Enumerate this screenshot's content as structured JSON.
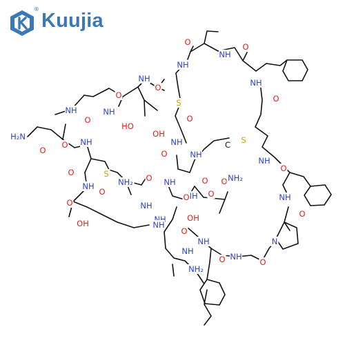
{
  "brand": {
    "name": "Kuujia",
    "registered": "®",
    "color": "#3a79b6"
  },
  "colors": {
    "N": "#2f3fd6",
    "O": "#e0201b",
    "S": "#c7a300",
    "C": "#111111"
  },
  "atom_labels": {
    "nh_a": "NH",
    "nh_b": "NH",
    "nh_c": "NH",
    "nh_d": "NH",
    "nh_e": "NH",
    "nh_f": "NH",
    "nh_g": "NH",
    "nh_h": "NH",
    "nh_i": "NH",
    "nh_j": "NH",
    "nh_k": "NH",
    "nh_l": "NH",
    "nh_m": "NH",
    "nh_n": "NH",
    "nh_o": "NH",
    "nh_p": "NH",
    "nh_q": "NH",
    "nh_r": "NH",
    "nh_s": "NH",
    "nh_t": "NH",
    "n_pro": "N",
    "o_a": "O",
    "o_b": "O",
    "o_c": "O",
    "o_d": "O",
    "o_e": "O",
    "o_f": "O",
    "o_g": "O",
    "o_h": "O",
    "o_i": "O",
    "o_j": "O",
    "o_k": "O",
    "o_l": "O",
    "o_m": "O",
    "o_n": "O",
    "o_o": "O",
    "o_p": "O",
    "o_q": "O",
    "o_r": "O",
    "o_s": "O",
    "o_t": "O",
    "o_u": "O",
    "o_v": "O",
    "o_w": "O",
    "s_a": "S",
    "s_b": "S",
    "s_c": "S",
    "ho_a": "HO",
    "oh_a": "OH",
    "oh_b": "OH",
    "oh_c": "OH",
    "h2n_a": "H₂N",
    "nh2_a": "NH₂",
    "nh2_b": "NH₂",
    "nh2_c": "NH₂",
    "c_frag": "C"
  }
}
